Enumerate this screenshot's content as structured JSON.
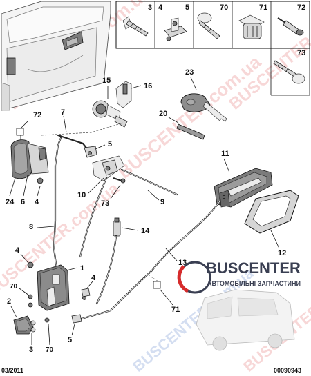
{
  "callouts": {
    "c3": "3",
    "c4": "4",
    "c5": "5",
    "c70": "70",
    "c71": "71",
    "c72": "72",
    "c73": "73",
    "c23": "23",
    "c15": "15",
    "c16": "16",
    "c20": "20",
    "c7": "7",
    "c72b": "72",
    "c5b": "5",
    "c11": "11",
    "c24": "24",
    "c6": "6",
    "c4b": "4",
    "c10": "10",
    "c73b": "73",
    "c9": "9",
    "c8": "8",
    "c14": "14",
    "c12": "12",
    "c4c": "4",
    "c1": "1",
    "c13": "13",
    "c4d": "4",
    "c70b": "70",
    "c71b": "71",
    "c2": "2",
    "c3b": "3",
    "c70c": "70",
    "c5c": "5"
  },
  "watermark": {
    "site_a": "BUSCENTER.com.ua",
    "site_b": "BUSCENTER.com.ua",
    "site_c": "BUSCENTER.com.ua",
    "site_d": "BUSCENTER.com.ua",
    "site_e": "BUSCENTER.com.ua",
    "site_f": "BUSCENTER.com.ua"
  },
  "brand": {
    "name": "BUSCENTER",
    "tagline": "АВТОМОБІЛЬНІ ЗАПЧАСТИНИ",
    "accent": "#d62b2b",
    "text_color": "#3a3f52"
  },
  "footer": {
    "date": "03/2011",
    "code": "00090943"
  }
}
